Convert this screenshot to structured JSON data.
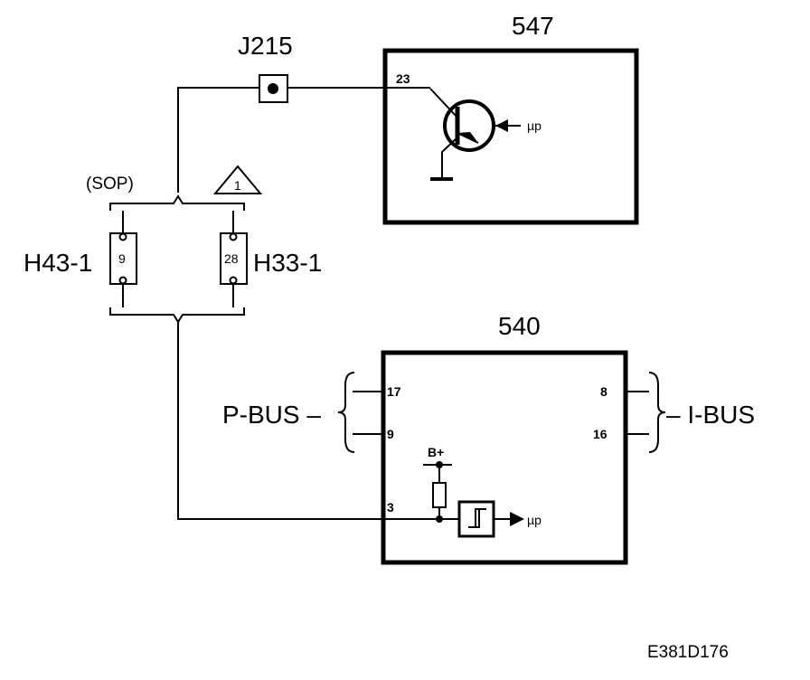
{
  "diagram": {
    "modules": {
      "m547": {
        "label": "547",
        "pin": "23",
        "signal": "µp"
      },
      "m540": {
        "label": "540",
        "pins": [
          "17",
          "9",
          "3",
          "8",
          "16"
        ],
        "supply": "B+",
        "signal": "µp"
      }
    },
    "junction": {
      "label": "J215"
    },
    "connectors": {
      "left": {
        "label": "H43-1",
        "pin": "9",
        "note": "(SOP)"
      },
      "right": {
        "label": "H33-1",
        "pin": "28",
        "warning": "1"
      }
    },
    "buses": {
      "p_bus": "P-BUS –",
      "i_bus": "– I-BUS"
    },
    "figure_id": "E381D176"
  }
}
